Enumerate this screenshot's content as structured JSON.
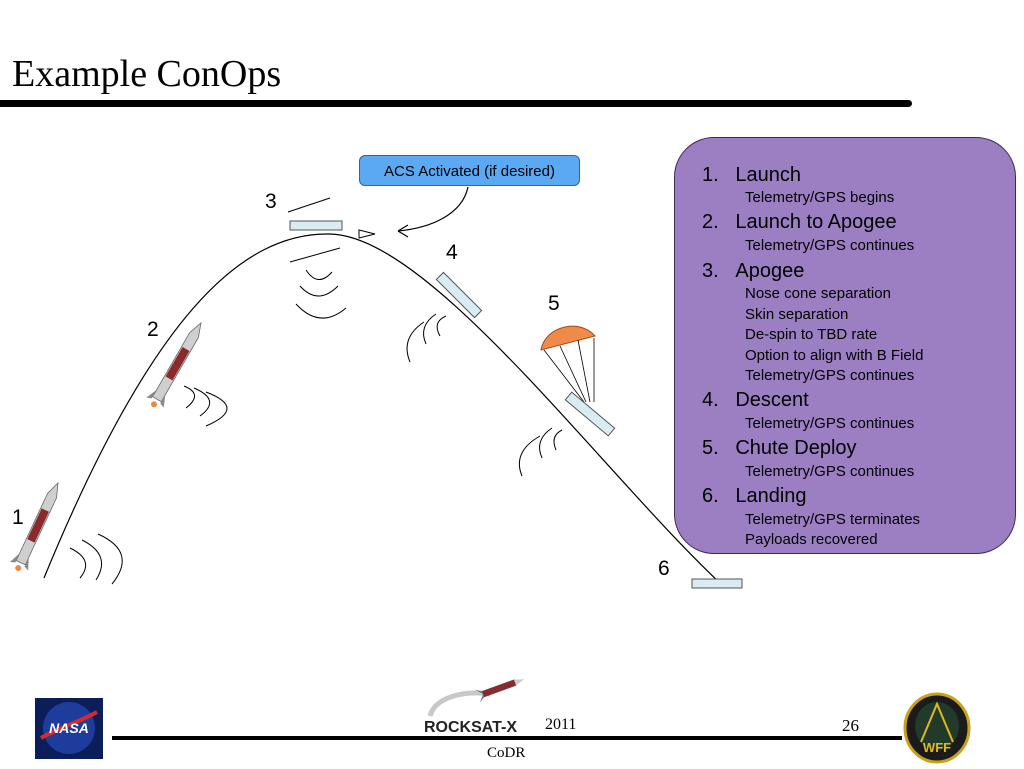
{
  "slide": {
    "title": "Example ConOps"
  },
  "diagram": {
    "callout": "ACS Activated (if desired)",
    "stage_numbers": [
      "1",
      "2",
      "3",
      "4",
      "5",
      "6"
    ]
  },
  "steps": [
    {
      "num": "1.",
      "label": "Launch",
      "details": [
        "Telemetry/GPS begins"
      ]
    },
    {
      "num": "2.",
      "label": "Launch to Apogee",
      "details": [
        "Telemetry/GPS continues"
      ]
    },
    {
      "num": "3.",
      "label": "Apogee",
      "details": [
        "Nose cone separation",
        "Skin separation",
        "De-spin to TBD rate",
        "Option to align with B Field",
        "Telemetry/GPS continues"
      ]
    },
    {
      "num": "4.",
      "label": "Descent",
      "details": [
        "Telemetry/GPS continues"
      ]
    },
    {
      "num": "5.",
      "label": "Chute Deploy",
      "details": [
        "Telemetry/GPS continues"
      ]
    },
    {
      "num": "6.",
      "label": "Landing",
      "details": [
        "Telemetry/GPS terminates",
        "Payloads recovered"
      ]
    }
  ],
  "footer": {
    "logo_text": "ROCKSAT-X",
    "nasa_text": "NASA",
    "wff_text": "WFF",
    "year": "2011",
    "page": "26",
    "label": "CoDR"
  },
  "colors": {
    "callout": "#5aa9f2",
    "list_box": "#9b7fc2",
    "parachute": "#f08a4b",
    "payload": "#d8ecf2"
  }
}
